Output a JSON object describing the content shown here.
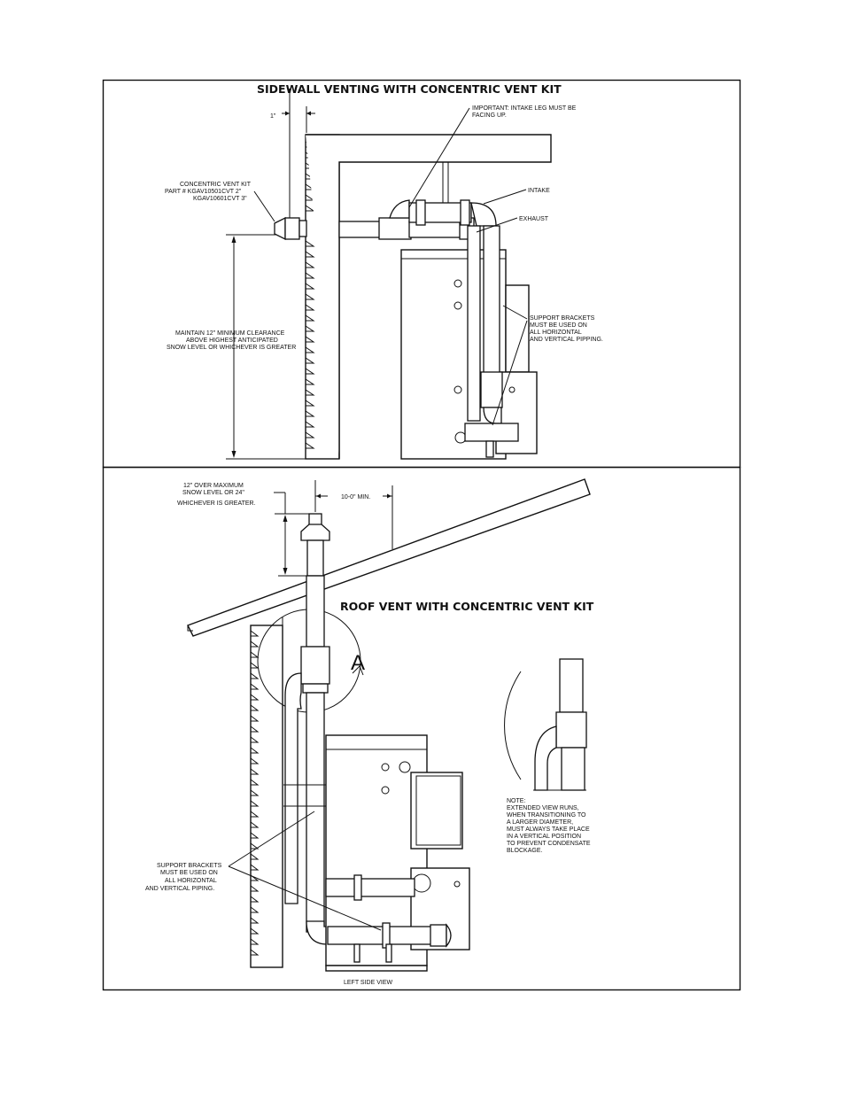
{
  "sidewall": {
    "title": "SIDEWALL VENTING WITH CONCENTRIC VENT KIT",
    "dim_1in": "1\"",
    "important_line1": "IMPORTANT: INTAKE LEG MUST BE",
    "important_line2": "FACING UP.",
    "kit_line1": "CONCENTRIC VENT KIT",
    "kit_line2": "PART # KGAV10501CVT 2\"",
    "kit_line3": "KGAV10601CVT 3\"",
    "intake": "INTAKE",
    "exhaust": "EXHAUST",
    "clearance_line1": "MAINTAIN 12\" MINIMUM CLEARANCE",
    "clearance_line2": "ABOVE HIGHEST ANTICIPATED",
    "clearance_line3": "SNOW LEVEL OR WHICHEVER IS GREATER",
    "brackets_line1": "SUPPORT BRACKETS",
    "brackets_line2": "MUST BE USED ON",
    "brackets_line3": "ALL HORIZONTAL",
    "brackets_line4": "AND VERTICAL PIPPING."
  },
  "roof": {
    "title": "ROOF VENT WITH CONCENTRIC VENT KIT",
    "snow_line1": "12\" OVER MAXIMUM",
    "snow_line2": "SNOW LEVEL OR 24\"",
    "snow_line3": "WHICHEVER IS GREATER.",
    "min_dist": "10-0\" MIN.",
    "detail_letter": "A",
    "brackets_line1": "SUPPORT BRACKETS",
    "brackets_line2": "MUST BE USED ON",
    "brackets_line3": "ALL HORIZONTAL",
    "brackets_line4": "AND VERTICAL PIPING.",
    "note_line1": "NOTE:",
    "note_line2": "EXTENDED VIEW RUNS,",
    "note_line3": "WHEN TRANSITIONING TO",
    "note_line4": "A LARGER DIAMETER,",
    "note_line5": "MUST ALWAYS TAKE PLACE",
    "note_line6": "IN A VERTICAL POSITION",
    "note_line7": "TO PREVENT CONDENSATE",
    "note_line8": "BLOCKAGE.",
    "view_label": "LEFT SIDE VIEW"
  }
}
